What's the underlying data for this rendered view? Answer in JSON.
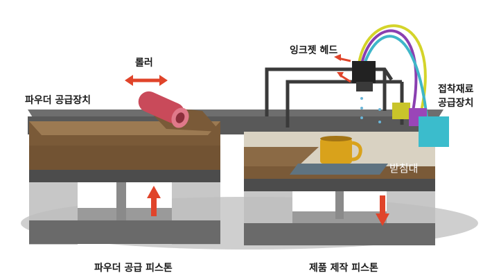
{
  "labels": {
    "roller": "롤러",
    "inkjet_head": "잉크젯 헤드",
    "powder_supply": "파우더 공급장치",
    "binder_supply_line1": "접착재료",
    "binder_supply_line2": "공급장치",
    "support_bed": "받침대",
    "powder_piston": "파우더 공급 피스톤",
    "build_piston": "제품 제작 피스톤"
  },
  "colors": {
    "arrow": "#e0442a",
    "powder": "#8b6a45",
    "frame": "#3a3a3a",
    "wall": "#555555",
    "cup": "#d9a21b",
    "roller": "#c94a5a",
    "cable_yellow": "#d4d42a",
    "cable_purple": "#8a3fb0",
    "cable_teal": "#3fb6c9",
    "cartridge_teal": "#3bbccc",
    "cartridge_purple": "#9a46b8",
    "cartridge_yellow": "#c9c42a",
    "drops": "#6ab5d8"
  },
  "icons": {
    "roller_arrow": "double-arrow-horizontal-icon",
    "powder_piston_arrow": "arrow-up-icon",
    "build_piston_arrow": "arrow-down-icon"
  }
}
